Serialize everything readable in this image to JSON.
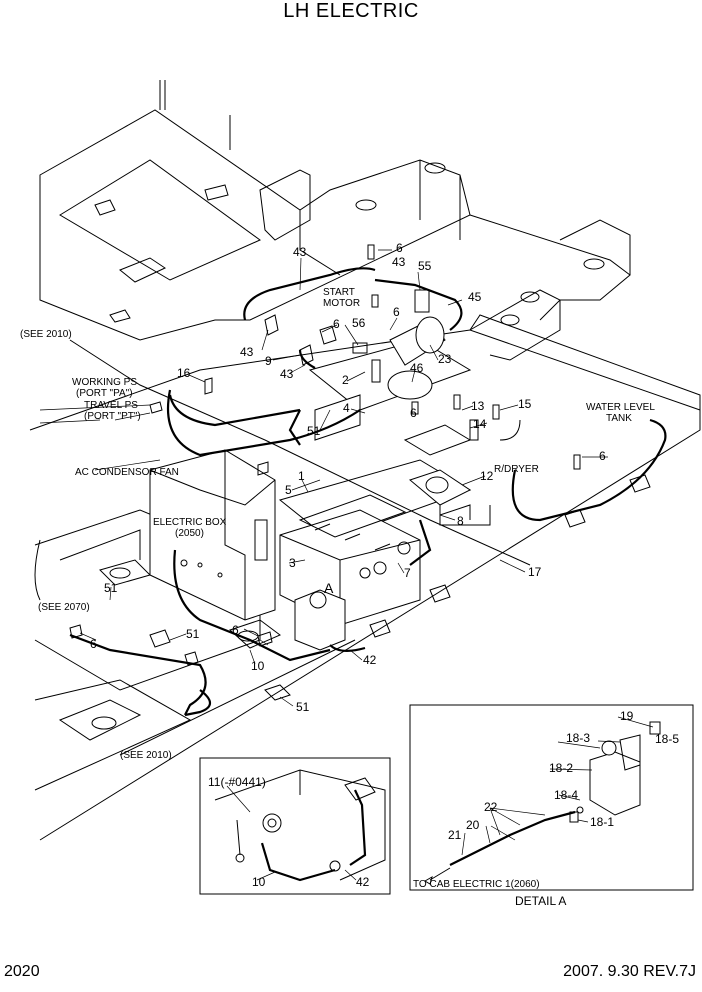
{
  "title": "LH ELECTRIC",
  "footer": {
    "page": "2020",
    "date_rev": "2007. 9.30  REV.7J"
  },
  "part_labels": [
    "43",
    "6",
    "43",
    "55",
    "45",
    "6",
    "56",
    "43",
    "9",
    "43",
    "6",
    "2",
    "46",
    "23",
    "16",
    "51",
    "4",
    "6",
    "13",
    "15",
    "14",
    "6",
    "12",
    "1",
    "5",
    "8",
    "3",
    "7",
    "17",
    "51",
    "6",
    "51",
    "6",
    "10",
    "42",
    "51",
    "19",
    "18-3",
    "18-5",
    "18-2",
    "18-4",
    "18-1",
    "22",
    "20",
    "21",
    "11(-#0441)",
    "10",
    "42"
  ],
  "notes": {
    "see_2010_top": "(SEE 2010)",
    "start_motor": [
      "START",
      "MOTOR"
    ],
    "working_ps": [
      "WORKING PS",
      "(PORT \"PA\")"
    ],
    "travel_ps": [
      "TRAVEL PS",
      "(PORT \"PT\")"
    ],
    "water_level_tank": [
      "WATER LEVEL",
      "TANK"
    ],
    "ac_condenser_fan": "AC CONDENSOR FAN",
    "r_dryer": "R/DRYER",
    "electric_box": [
      "ELECTRIC BOX",
      "(2050)"
    ],
    "see_2070": "(SEE 2070)",
    "see_2010_bottom": "(SEE 2010)",
    "to_cab": "TO CAB ELECTRIC 1(2060)",
    "detail_a_marker": "A",
    "detail_a_caption": "DETAIL  A"
  }
}
